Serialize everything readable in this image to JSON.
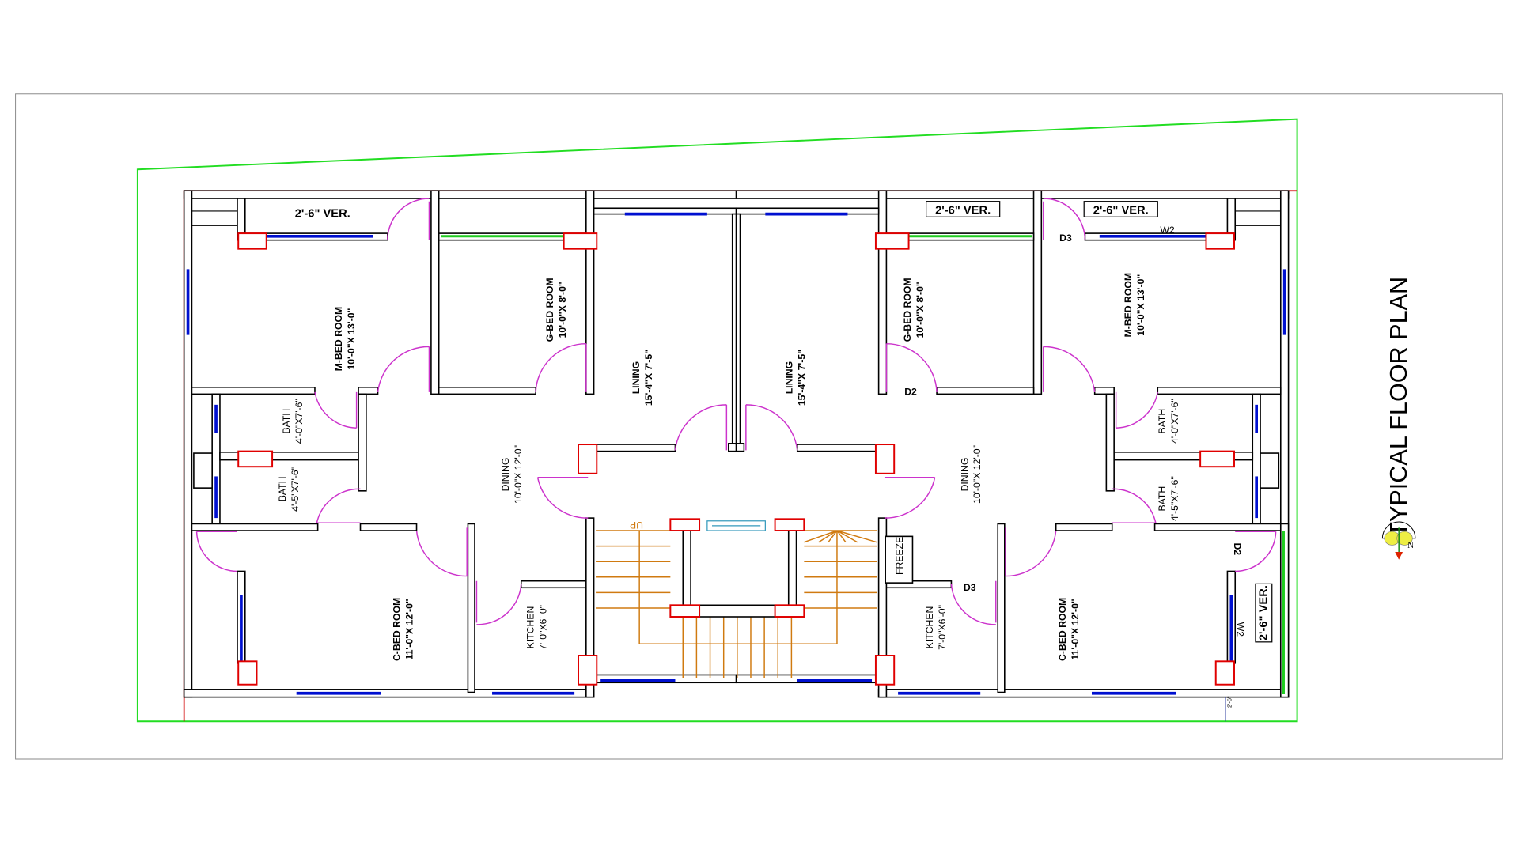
{
  "title": "TYPICAL FLOOR PLAN",
  "compass_label": "N",
  "colors": {
    "wall": "#000000",
    "column": "#e00000",
    "window": "#0010d0",
    "door": "#cc33cc",
    "stair": "#d07a10",
    "boundary": "#22dd22"
  },
  "left": {
    "veranda": "2'-6\" VER.",
    "mbed": {
      "name": "M-BED ROOM",
      "size": "10'-0\"X 13'-0\""
    },
    "gbed": {
      "name": "G-BED ROOM",
      "size": "10'-0\"X 8'-0\""
    },
    "lining": {
      "name": "LINING",
      "size": "15'-4\"X 7'-5\""
    },
    "bath1": {
      "name": "BATH",
      "size": "4'-0\"X7'-6\""
    },
    "bath2": {
      "name": "BATH",
      "size": "4'-5\"X7'-6\""
    },
    "dining": {
      "name": "DINING",
      "size": "10'-0\"X 12'-0\""
    },
    "cbed": {
      "name": "C-BED ROOM",
      "size": "11'-0\"X 12'-0\""
    },
    "kitchen": {
      "name": "KITCHEN",
      "size": "7'-0\"X6'-0\""
    }
  },
  "right": {
    "veranda1": "2'-6\" VER.",
    "veranda2": "2'-6\" VER.",
    "veranda3": "2'-6\" VER.",
    "mbed": {
      "name": "M-BED ROOM",
      "size": "10'-0\"X 13'-0\""
    },
    "gbed": {
      "name": "G-BED ROOM",
      "size": "10'-0\"X 8'-0\""
    },
    "lining": {
      "name": "LINING",
      "size": "15'-4\"X 7'-5\""
    },
    "bath1": {
      "name": "BATH",
      "size": "4'-0\"X7'-6\""
    },
    "bath2": {
      "name": "BATH",
      "size": "4'-5\"X7'-6\""
    },
    "dining": {
      "name": "DINING",
      "size": "10'-0\"X 12'-0\""
    },
    "cbed": {
      "name": "C-BED ROOM",
      "size": "11'-0\"X 12'-0\""
    },
    "kitchen": {
      "name": "KITCHEN",
      "size": "7'-0\"X6'-0\""
    },
    "freeze": "FREEZE",
    "tags": {
      "d3_top": "D3",
      "w2_top": "W2",
      "d2_gbed": "D2",
      "d3_kitchen": "D3",
      "d2_cbed": "D2",
      "w2_cbed": "W2",
      "dim": "2'-6\""
    }
  },
  "stair": {
    "up": "UP"
  }
}
